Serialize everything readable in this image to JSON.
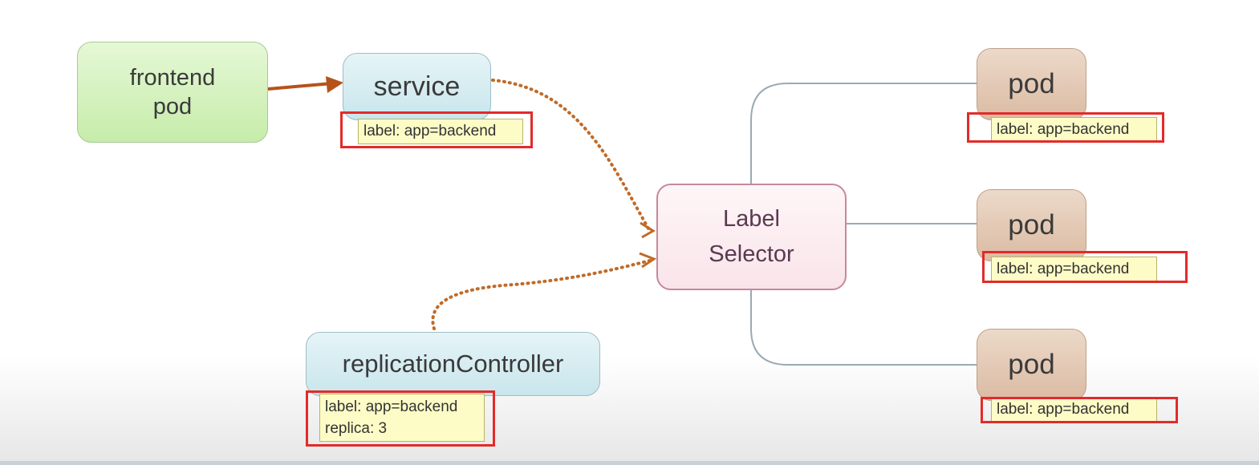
{
  "nodes": {
    "frontend_pod": {
      "line1": "frontend",
      "line2": "pod"
    },
    "service": {
      "label": "service",
      "tag": "label: app=backend"
    },
    "label_selector": {
      "line1": "Label",
      "line2": "Selector"
    },
    "replication_controller": {
      "label": "replicationController",
      "tag_line1": "label: app=backend",
      "tag_line2": "replica: 3"
    },
    "pods": [
      {
        "label": "pod",
        "tag": "label: app=backend"
      },
      {
        "label": "pod",
        "tag": "label: app=backend"
      },
      {
        "label": "pod",
        "tag": "label: app=backend"
      }
    ]
  },
  "colors": {
    "frontend_fill": "#c6ecaa",
    "service_fill": "#c8e6ec",
    "selector_border": "#c5889e",
    "pod_fill": "#dbbba3",
    "solid_arrow": "#b5531a",
    "dotted_arrow": "#c06a28",
    "connector_line": "#9aaab4",
    "label_tag_fill": "#fdfcc6",
    "highlight_box": "#e32a2a"
  }
}
